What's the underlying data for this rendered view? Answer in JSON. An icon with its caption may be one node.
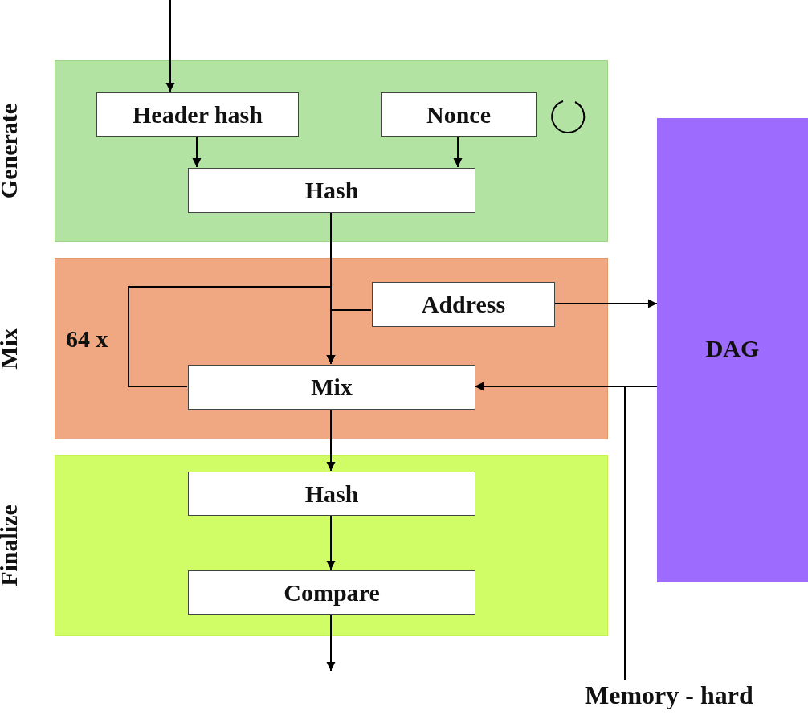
{
  "diagram": {
    "nodes": [
      {
        "text": [
          "Generate"
        ]
      },
      {
        "text": [
          "Header hash"
        ],
        "in": 0
      },
      {
        "text": [
          "Nonce"
        ],
        "in": 0
      },
      {
        "text": [
          "Hash"
        ],
        "in": 0
      },
      {
        "text": [
          "Mix"
        ]
      },
      {
        "text": [
          "Address"
        ],
        "in": 4
      },
      {
        "text": [
          "Mix"
        ],
        "in": 4
      },
      {
        "text": [
          "Finalize"
        ]
      },
      {
        "text": [
          "Hash"
        ],
        "in": 7
      },
      {
        "text": [
          "Compare"
        ],
        "in": 7
      },
      {
        "text": [
          "DAG"
        ]
      },
      {
        "text": [
          "Memory - hard"
        ]
      }
    ],
    "edges": [
      {
        "from": null,
        "to": 1,
        "arrow": "to"
      },
      {
        "from": 1,
        "to": 3,
        "arrow": "to"
      },
      {
        "from": 2,
        "to": 3,
        "arrow": "to"
      },
      {
        "from": 3,
        "to": 6,
        "arrow": "to"
      },
      {
        "from": 3,
        "to": 5,
        "arrow": "none"
      },
      {
        "from": 6,
        "to": 6,
        "arrow": "to"
      },
      {
        "from": 5,
        "to": 10,
        "arrow": "to"
      },
      {
        "from": 10,
        "to": 6,
        "arrow": "to"
      },
      {
        "from": 6,
        "to": 8,
        "arrow": "to"
      },
      {
        "from": 8,
        "to": 9,
        "arrow": "to"
      },
      {
        "from": 9,
        "to": null,
        "arrow": "to"
      },
      {
        "from": 11,
        "to": null,
        "arrow": "none"
      }
    ],
    "labels": [
      "64 x"
    ]
  }
}
